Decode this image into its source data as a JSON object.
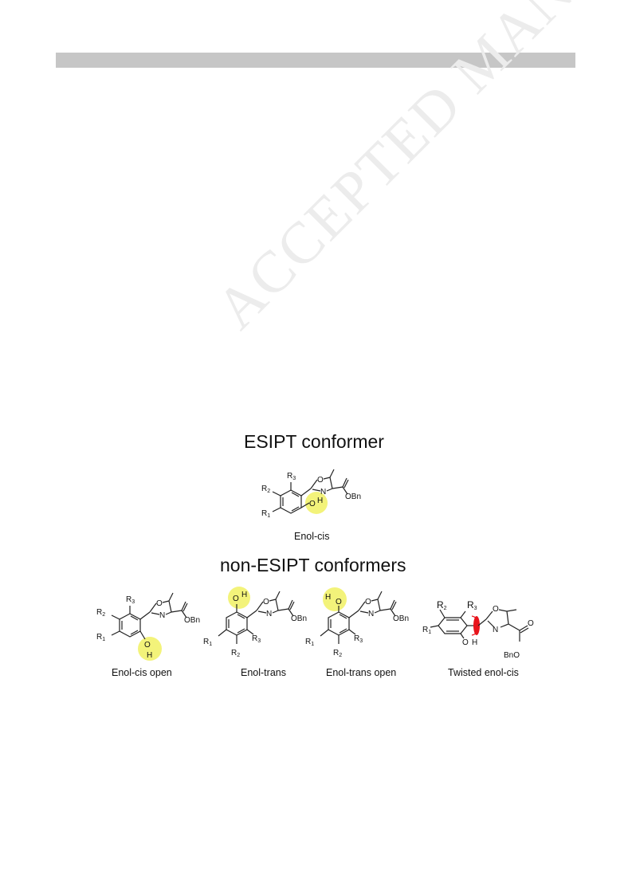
{
  "watermark": "ACCEPTED MANUSCRIPT",
  "figure": {
    "esipt_heading": "ESIPT conformer",
    "non_esipt_heading": "non-ESIPT conformers",
    "highlight_color": "#f3f37a",
    "twist_color": "#e8141c",
    "conformers": [
      {
        "name": "Enol-cis",
        "group": "ESIPT"
      },
      {
        "name": "Enol-cis open",
        "group": "non-ESIPT"
      },
      {
        "name": "Enol-trans",
        "group": "non-ESIPT"
      },
      {
        "name": "Enol-trans open",
        "group": "non-ESIPT"
      },
      {
        "name": "Twisted enol-cis",
        "group": "non-ESIPT"
      }
    ],
    "atom_labels": {
      "r1": "R",
      "r1_sub": "1",
      "r2": "R",
      "r2_sub": "2",
      "r3": "R",
      "r3_sub": "3",
      "o": "O",
      "n": "N",
      "h": "H",
      "obn": "OBn",
      "bno": "BnO"
    }
  }
}
